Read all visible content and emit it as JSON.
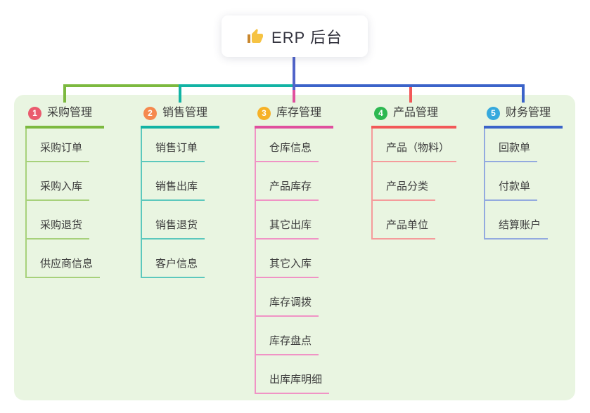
{
  "root": {
    "title": "ERP 后台",
    "icon": "thumbs-up"
  },
  "colors": {
    "panel_background": "#e9f5e1",
    "root_connector_blue": "#5164c9",
    "node_text": "#3a3a3a",
    "child_text": "#3d3d3d"
  },
  "branches": [
    {
      "num": "1",
      "label": "采购管理",
      "badge_color": "#ea5b6e",
      "color": "#7cb93f",
      "light_color": "#a7d17b",
      "children": [
        "采购订单",
        "采购入库",
        "采购退货",
        "供应商信息"
      ]
    },
    {
      "num": "2",
      "label": "销售管理",
      "badge_color": "#f5894e",
      "color": "#12b3a4",
      "light_color": "#5cc8bd",
      "children": [
        "销售订单",
        "销售出库",
        "销售退货",
        "客户信息"
      ]
    },
    {
      "num": "3",
      "label": "库存管理",
      "badge_color": "#f6b127",
      "color": "#e0509e",
      "light_color": "#f093c5",
      "children": [
        "仓库信息",
        "产品库存",
        "其它出库",
        "其它入库",
        "库存调拨",
        "库存盘点",
        "出库库明细"
      ]
    },
    {
      "num": "4",
      "label": "产品管理",
      "badge_color": "#2db851",
      "color": "#f25858",
      "light_color": "#f59b9b",
      "children": [
        "产品（物料）",
        "产品分类",
        "产品单位"
      ]
    },
    {
      "num": "5",
      "label": "财务管理",
      "badge_color": "#36a9dd",
      "color": "#3b63c9",
      "light_color": "#93aadf",
      "children": [
        "回款单",
        "付款单",
        "结算账户"
      ]
    }
  ]
}
